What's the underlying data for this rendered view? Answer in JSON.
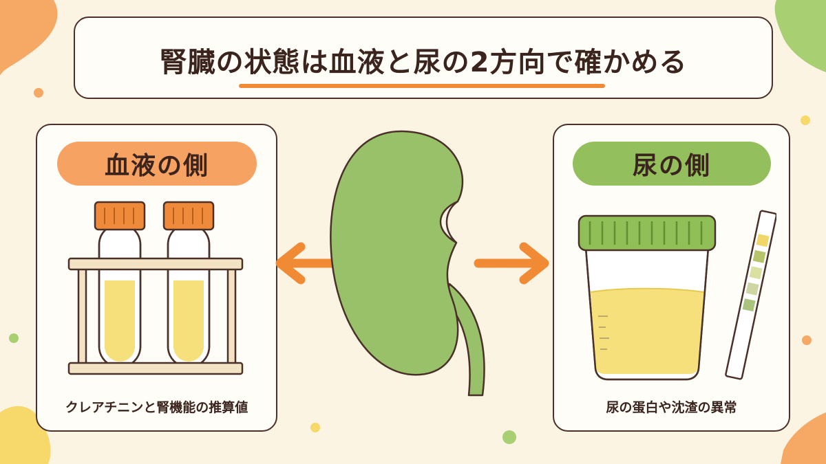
{
  "title": "腎臓の状態は血液と尿の2方向で確かめる",
  "left_panel": {
    "label": "血液の側",
    "caption": "クレアチニンと腎機能の推算値"
  },
  "right_panel": {
    "label": "尿の側",
    "caption": "尿の蛋白や沈渣の異常"
  },
  "icons": {
    "test_tubes": "test-tubes-icon",
    "kidney": "kidney-icon",
    "urine_cup": "urine-cup-icon",
    "test_strip": "urine-test-strip-icon",
    "arrows": "double-arrow-icon"
  },
  "colors": {
    "background": "#fbf4e3",
    "orange": "#f08a34",
    "orange_pill": "#f5a262",
    "green_pill": "#93bf5c",
    "kidney": "#98c16a",
    "outline": "#4a3028",
    "liquid": "#f5e07c"
  }
}
